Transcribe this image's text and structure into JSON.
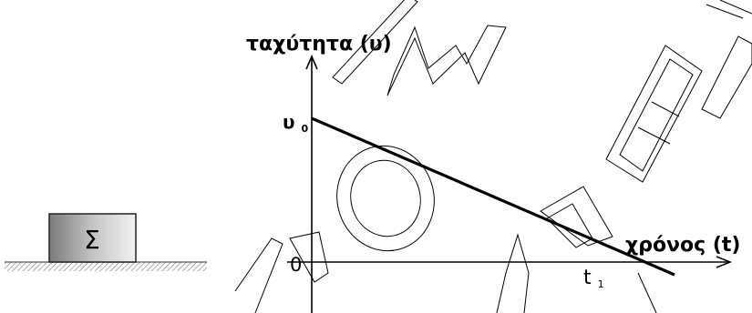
{
  "block": {
    "label": "Σ"
  },
  "graph": {
    "y_axis_label": "ταχύτητα (υ)",
    "x_axis_label": "χρόνος (t)",
    "origin_label": "0",
    "v0_label": {
      "main": "υ",
      "sub": "0"
    },
    "t1_label": {
      "main": "t",
      "sub": "1"
    }
  },
  "watermark": {
    "letters": "ΟΣΕΙΟ"
  }
}
